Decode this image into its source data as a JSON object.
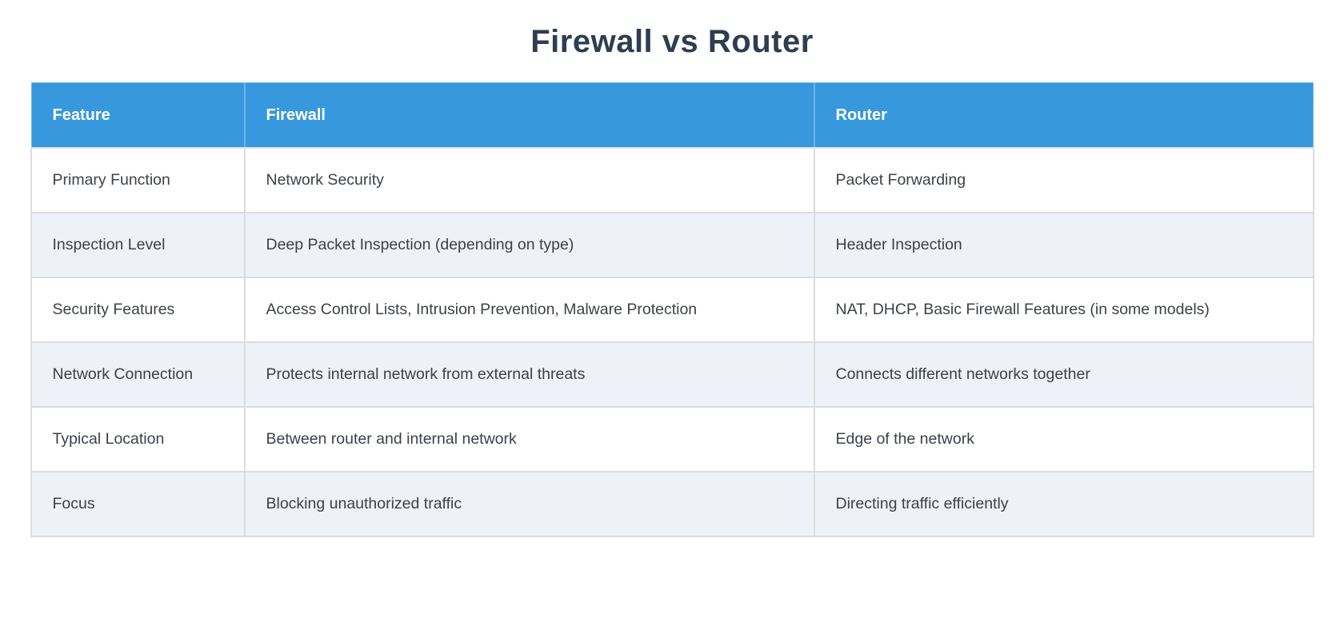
{
  "page": {
    "title": "Firewall vs Router"
  },
  "colors": {
    "header_bg": "#3798dd",
    "header_text": "#ffffff",
    "row_alt_bg": "#eef1f7",
    "row_bg": "#ffffff",
    "border": "#dcdcdc",
    "title_text": "#2c3e50",
    "body_text": "#3d4148"
  },
  "table": {
    "columns": [
      "Feature",
      "Firewall",
      "Router"
    ],
    "rows": [
      [
        "Primary Function",
        "Network Security",
        "Packet Forwarding"
      ],
      [
        "Inspection Level",
        "Deep Packet Inspection (depending on type)",
        "Header Inspection"
      ],
      [
        "Security Features",
        "Access Control Lists, Intrusion Prevention, Malware Protection",
        "NAT, DHCP, Basic Firewall Features (in some models)"
      ],
      [
        "Network Connection",
        "Protects internal network from external threats",
        "Connects different networks together"
      ],
      [
        "Typical Location",
        "Between router and internal network",
        "Edge of the network"
      ],
      [
        "Focus",
        "Blocking unauthorized traffic",
        "Directing traffic efficiently"
      ]
    ]
  }
}
